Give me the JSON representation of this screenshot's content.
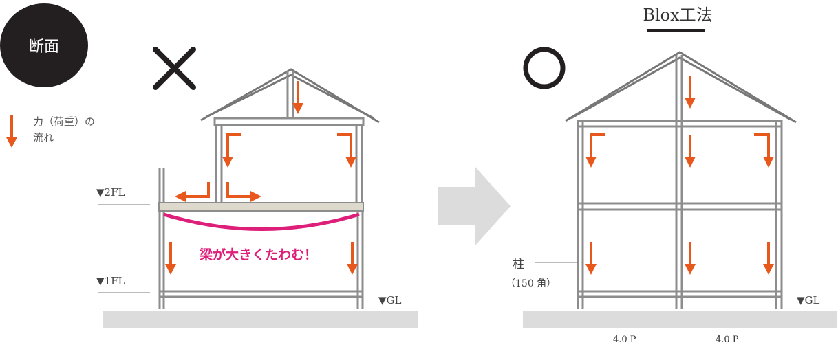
{
  "badge": {
    "label": "断面"
  },
  "legend": {
    "line1": "力（荷重）の",
    "line2": "流れ"
  },
  "levels": {
    "fl2": "▼2FL",
    "fl1": "▼1FL",
    "gl_left": "▼GL",
    "gl_right": "▼GL"
  },
  "left": {
    "mark": "×",
    "sag_text": "梁が大きくたわむ！"
  },
  "right": {
    "mark": "○",
    "title": "Blox工法",
    "pillar_label": "柱",
    "pillar_spec": "（150 角）",
    "dim_1": "4.0 P",
    "dim_2": "4.0 P"
  },
  "colors": {
    "arrow": "#e8571b",
    "sag": "#dd1f7a",
    "beam": "#ddd9cc",
    "wall": "#8d8d8d",
    "ground": "#dcdcdc",
    "badge": "#231f20",
    "big_arrow": "#dcdcdc"
  }
}
